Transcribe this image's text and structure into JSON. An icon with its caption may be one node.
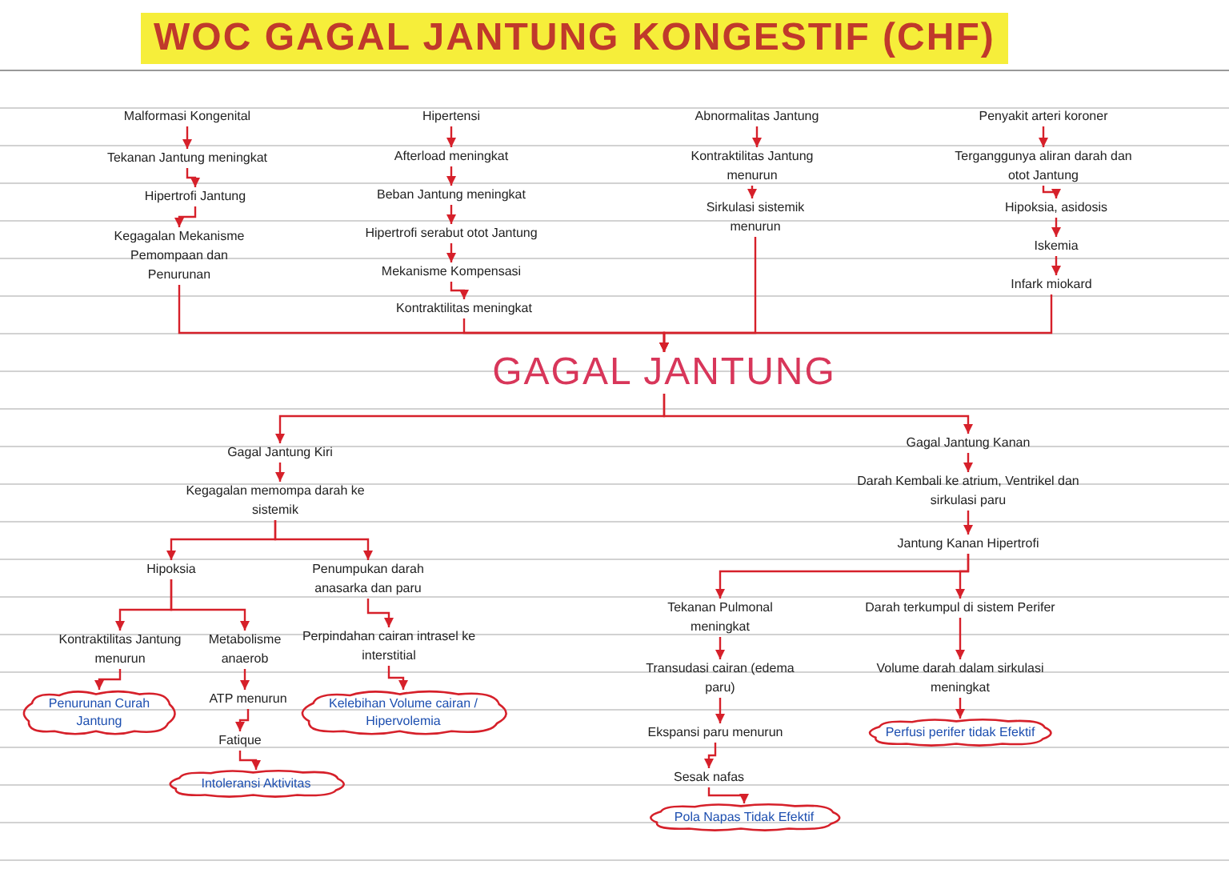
{
  "diagram": {
    "title": "WOC GAGAL JANTUNG KONGESTIF (CHF)",
    "nodes": [
      {
        "text": [
          "Malformasi Kongenital"
        ]
      },
      {
        "text": [
          "Tekanan Jantung meningkat"
        ]
      },
      {
        "text": [
          "Hipertrofi Jantung"
        ]
      },
      {
        "text": [
          "Kegagalan Mekanisme Pemompaan dan Penurunan"
        ]
      },
      {
        "text": [
          "Hipertensi"
        ]
      },
      {
        "text": [
          "Afterload meningkat"
        ]
      },
      {
        "text": [
          "Beban Jantung meningkat"
        ]
      },
      {
        "text": [
          "Hipertrofi serabut otot Jantung"
        ]
      },
      {
        "text": [
          "Mekanisme Kompensasi"
        ]
      },
      {
        "text": [
          "Kontraktilitas meningkat"
        ]
      },
      {
        "text": [
          "Abnormalitas Jantung"
        ]
      },
      {
        "text": [
          "Kontraktilitas Jantung menurun"
        ]
      },
      {
        "text": [
          "Sirkulasi sistemik menurun"
        ]
      },
      {
        "text": [
          "Penyakit arteri koroner"
        ]
      },
      {
        "text": [
          "Terganggunya aliran darah dan otot Jantung"
        ]
      },
      {
        "text": [
          "Hipoksia, asidosis"
        ]
      },
      {
        "text": [
          "Iskemia"
        ]
      },
      {
        "text": [
          "Infark miokard"
        ]
      },
      {
        "text": [
          "GAGAL JANTUNG"
        ]
      },
      {
        "text": [
          "Gagal Jantung Kiri"
        ]
      },
      {
        "text": [
          "Kegagalan memompa darah ke sistemik"
        ]
      },
      {
        "text": [
          "Hipoksia"
        ]
      },
      {
        "text": [
          "Penumpukan darah anasarka dan paru"
        ]
      },
      {
        "text": [
          "Kontraktilitas Jantung menurun"
        ]
      },
      {
        "text": [
          "Metabolisme anaerob"
        ]
      },
      {
        "text": [
          "Perpindahan cairan intrasel ke interstitial"
        ]
      },
      {
        "text": [
          "Penurunan Curah Jantung"
        ]
      },
      {
        "text": [
          "ATP menurun"
        ]
      },
      {
        "text": [
          "Kelebihan Volume cairan / Hipervolemia"
        ]
      },
      {
        "text": [
          "Fatique"
        ]
      },
      {
        "text": [
          "Intoleransi Aktivitas"
        ]
      },
      {
        "text": [
          "Gagal Jantung Kanan"
        ]
      },
      {
        "text": [
          "Darah Kembali ke atrium, Ventrikel dan sirkulasi paru"
        ]
      },
      {
        "text": [
          "Jantung Kanan Hipertrofi"
        ]
      },
      {
        "text": [
          "Tekanan Pulmonal meningkat"
        ]
      },
      {
        "text": [
          "Darah terkumpul di sistem Perifer"
        ]
      },
      {
        "text": [
          "Transudasi cairan (edema paru)"
        ]
      },
      {
        "text": [
          "Volume darah dalam sirkulasi meningkat"
        ]
      },
      {
        "text": [
          "Ekspansi paru menurun"
        ]
      },
      {
        "text": [
          "Perfusi perifer tidak Efektif"
        ]
      },
      {
        "text": [
          "Sesak nafas"
        ]
      },
      {
        "text": [
          "Pola Napas Tidak Efektif"
        ]
      }
    ],
    "edges": [
      {
        "from": 0,
        "to": 1,
        "arrow": "to"
      },
      {
        "from": 1,
        "to": 2,
        "arrow": "to"
      },
      {
        "from": 2,
        "to": 3,
        "arrow": "to"
      },
      {
        "from": 4,
        "to": 5,
        "arrow": "to"
      },
      {
        "from": 5,
        "to": 6,
        "arrow": "to"
      },
      {
        "from": 6,
        "to": 7,
        "arrow": "to"
      },
      {
        "from": 7,
        "to": 8,
        "arrow": "to"
      },
      {
        "from": 8,
        "to": 9,
        "arrow": "to"
      },
      {
        "from": 10,
        "to": 11,
        "arrow": "to"
      },
      {
        "from": 11,
        "to": 12,
        "arrow": "to"
      },
      {
        "from": 13,
        "to": 14,
        "arrow": "to"
      },
      {
        "from": 14,
        "to": 15,
        "arrow": "to"
      },
      {
        "from": 15,
        "to": 16,
        "arrow": "to"
      },
      {
        "from": 16,
        "to": 17,
        "arrow": "to"
      },
      {
        "from": 3,
        "to": 18,
        "arrow": "to"
      },
      {
        "from": 9,
        "to": 18,
        "arrow": "to"
      },
      {
        "from": 12,
        "to": 18,
        "arrow": "to"
      },
      {
        "from": 17,
        "to": 18,
        "arrow": "to"
      },
      {
        "from": 18,
        "to": 19,
        "arrow": "to"
      },
      {
        "from": 18,
        "to": 31,
        "arrow": "to"
      },
      {
        "from": 19,
        "to": 20,
        "arrow": "to"
      },
      {
        "from": 20,
        "to": 21,
        "arrow": "to"
      },
      {
        "from": 20,
        "to": 22,
        "arrow": "to"
      },
      {
        "from": 21,
        "to": 23,
        "arrow": "to"
      },
      {
        "from": 21,
        "to": 24,
        "arrow": "to"
      },
      {
        "from": 22,
        "to": 25,
        "arrow": "to"
      },
      {
        "from": 23,
        "to": 26,
        "arrow": "to"
      },
      {
        "from": 24,
        "to": 27,
        "arrow": "to"
      },
      {
        "from": 27,
        "to": 29,
        "arrow": "to"
      },
      {
        "from": 29,
        "to": 30,
        "arrow": "to"
      },
      {
        "from": 25,
        "to": 28,
        "arrow": "to"
      },
      {
        "from": 31,
        "to": 32,
        "arrow": "to"
      },
      {
        "from": 32,
        "to": 33,
        "arrow": "to"
      },
      {
        "from": 33,
        "to": 34,
        "arrow": "to"
      },
      {
        "from": 33,
        "to": 35,
        "arrow": "to"
      },
      {
        "from": 34,
        "to": 36,
        "arrow": "to"
      },
      {
        "from": 36,
        "to": 38,
        "arrow": "to"
      },
      {
        "from": 38,
        "to": 40,
        "arrow": "to"
      },
      {
        "from": 40,
        "to": 41,
        "arrow": "to"
      },
      {
        "from": 35,
        "to": 37,
        "arrow": "to"
      },
      {
        "from": 37,
        "to": 39,
        "arrow": "to"
      }
    ]
  }
}
